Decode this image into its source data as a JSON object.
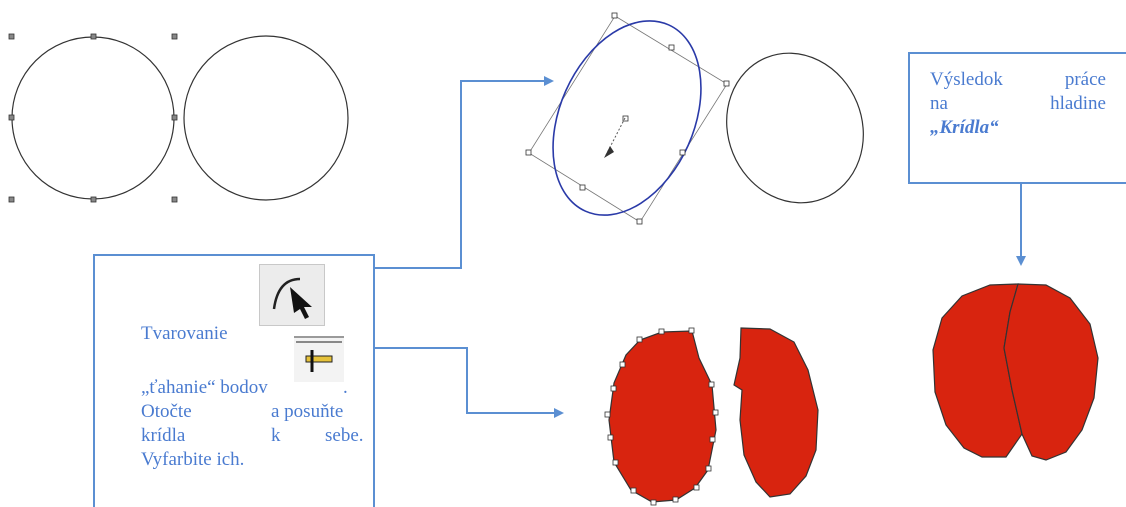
{
  "callout_left": {
    "line1": "Tvarovanie",
    "comma": ",",
    "line2_prefix": "„ťahanie“ bodov",
    "period": ".",
    "line3_a": "Otočte",
    "line3_b": "a posuňte",
    "line4_a": "krídla",
    "line4_b": "k",
    "line4_c": "sebe.",
    "line5": "Vyfarbite ich."
  },
  "callout_right": {
    "line1_a": "Výsledok",
    "line1_b": "práce",
    "line2_a": "na",
    "line2_b": "hladine",
    "line3": "„Krídla“"
  },
  "icons": [
    "shape-edit-tool-icon",
    "drag-node-tool-icon"
  ],
  "colors": {
    "text_blue": "#4a7bd0",
    "arrow_blue": "#5b8fd2",
    "wing_red": "#d8240f",
    "outline": "#333333"
  }
}
